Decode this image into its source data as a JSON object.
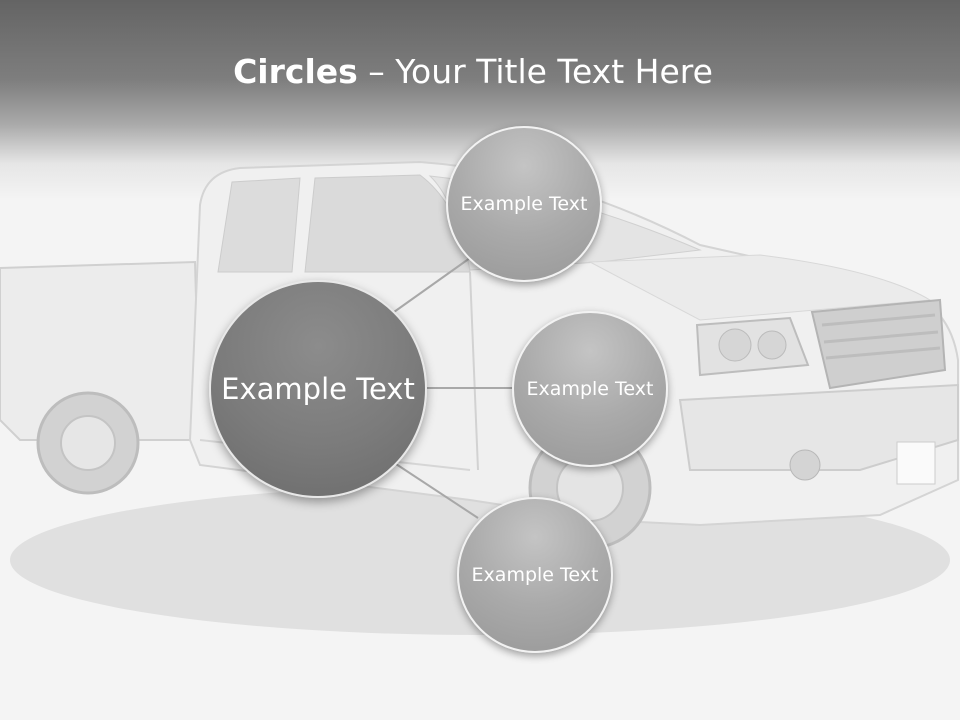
{
  "title": {
    "bold": "Circles",
    "rest": " – Your Title Text Here"
  },
  "diagram": {
    "center": {
      "label": "Example Text"
    },
    "nodes": [
      {
        "label": "Example Text"
      },
      {
        "label": "Example Text"
      },
      {
        "label": "Example Text"
      }
    ]
  },
  "colors": {
    "header_dark": "#646464",
    "background": "#f4f4f4",
    "center_fill": "#7b7b7b",
    "node_fill": "#aaaaaa",
    "connector": "#a8a8a8",
    "text": "#ffffff"
  }
}
